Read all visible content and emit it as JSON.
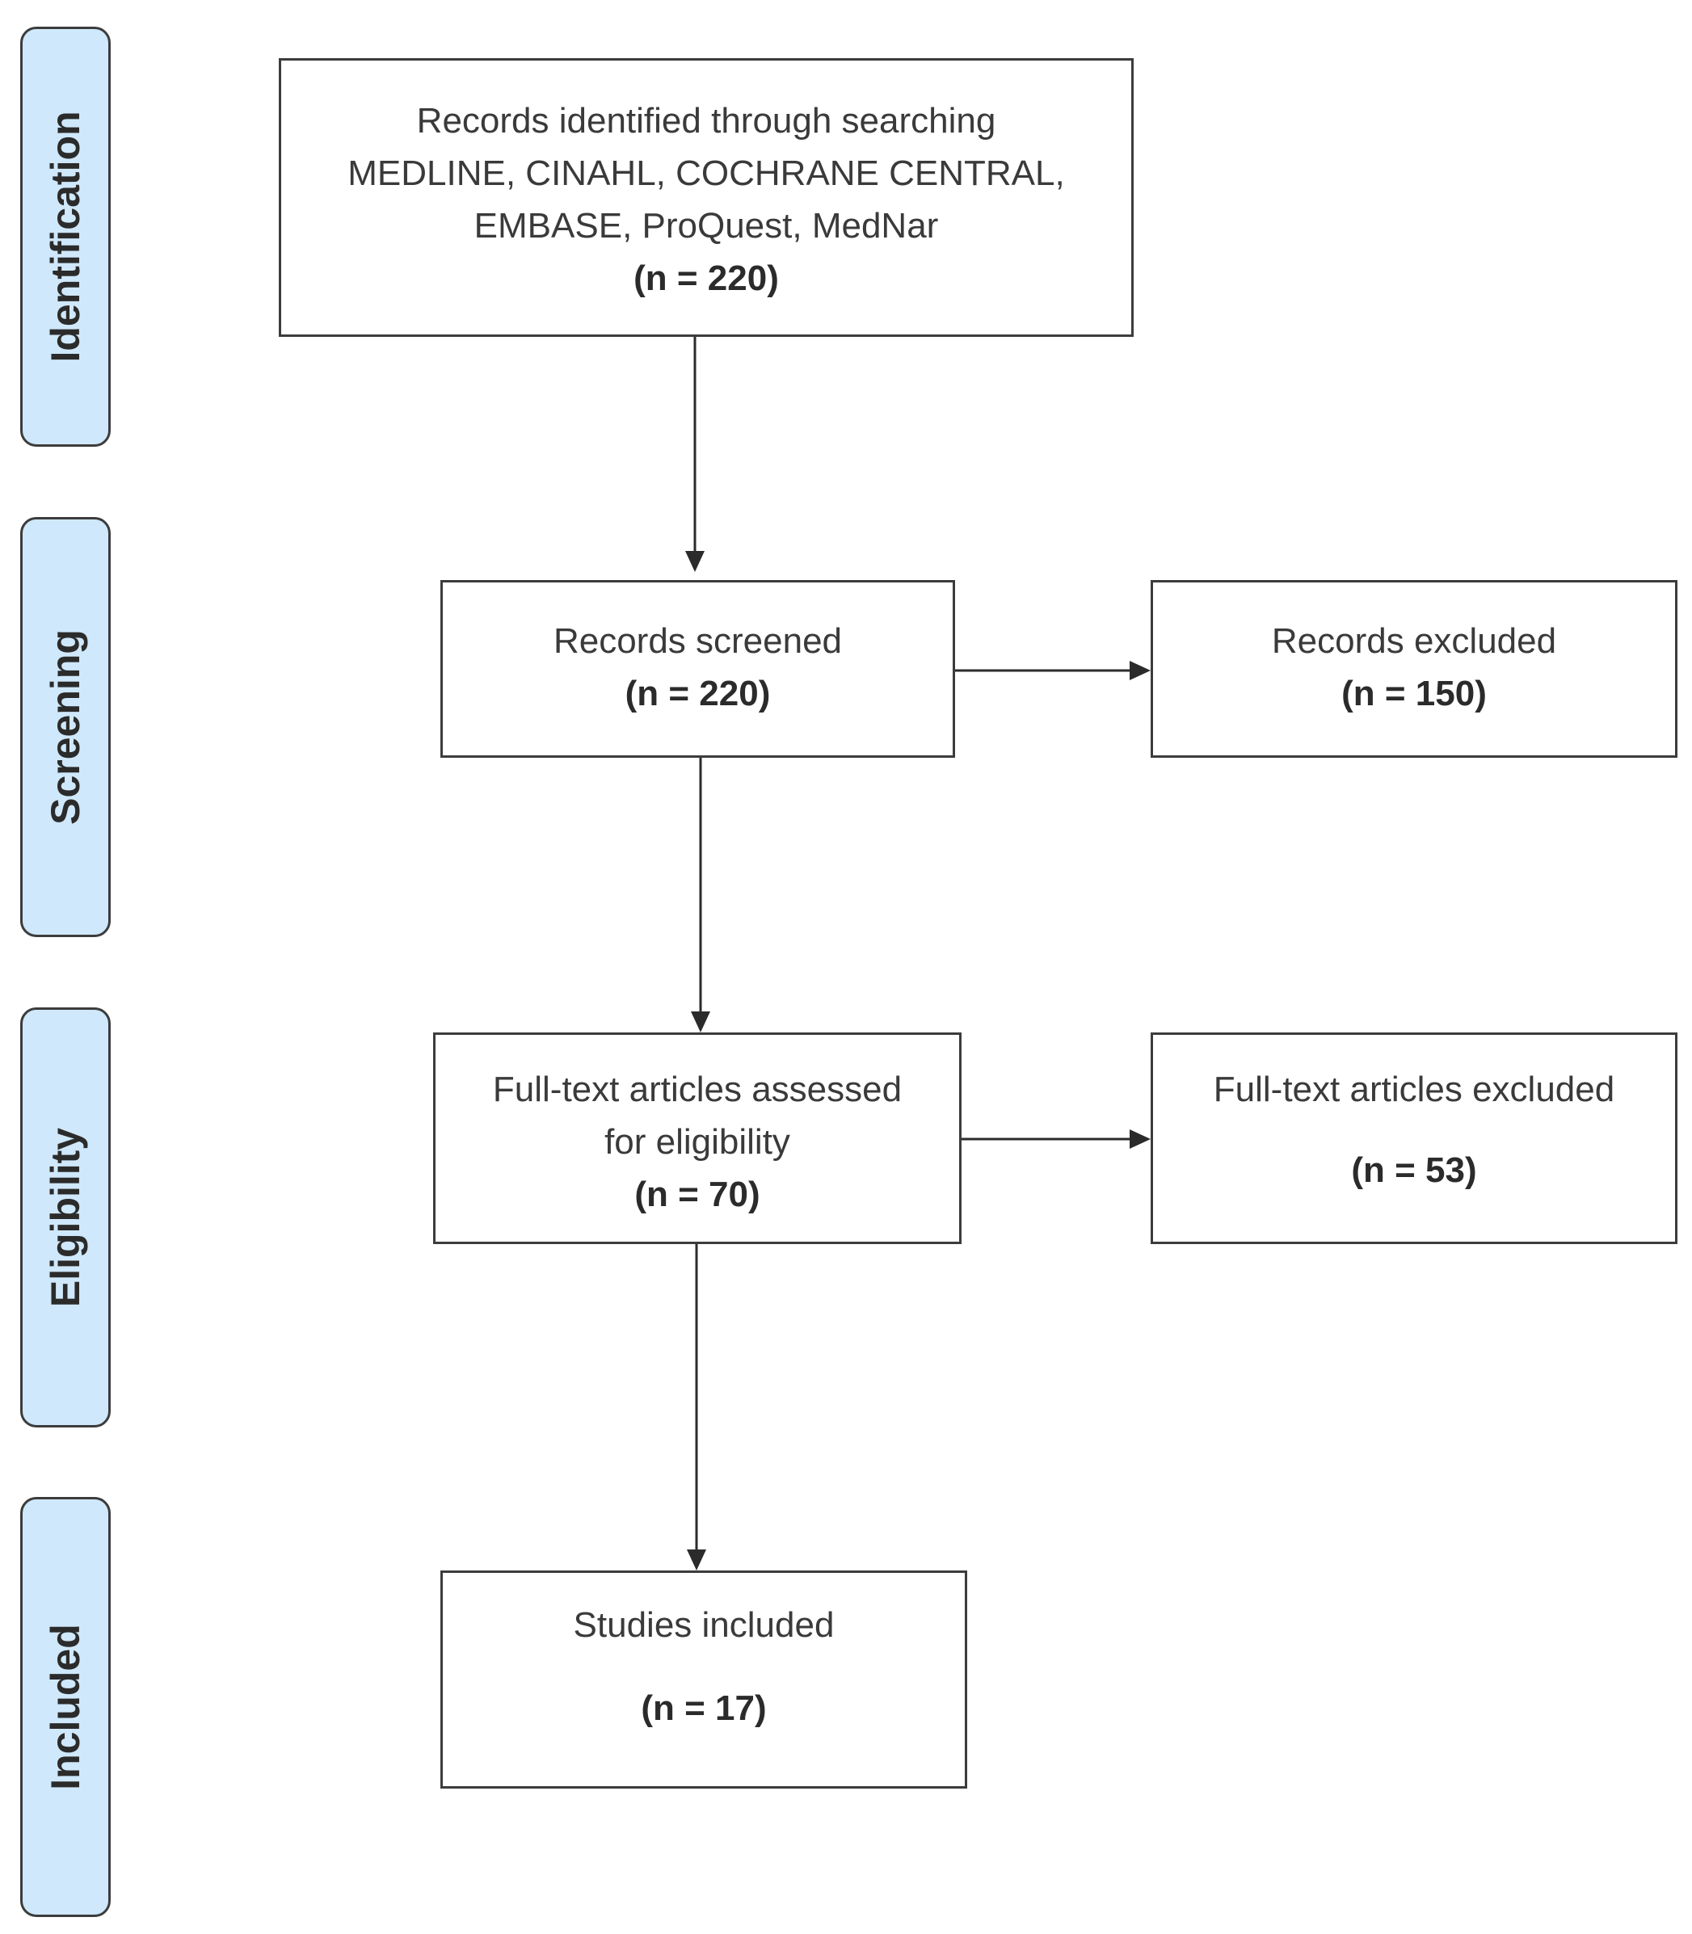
{
  "stages": {
    "identification": "Identification",
    "screening": "Screening",
    "eligibility": "Eligibility",
    "included": "Included"
  },
  "boxes": {
    "identified": {
      "lines": [
        "Records identified through searching",
        "MEDLINE, CINAHL, COCHRANE CENTRAL,",
        "EMBASE, ProQuest, MedNar"
      ],
      "count": "(n = 220)"
    },
    "screened": {
      "lines": [
        "Records screened"
      ],
      "count": "(n = 220)"
    },
    "excluded": {
      "lines": [
        "Records excluded"
      ],
      "count": "(n = 150)"
    },
    "assessed": {
      "lines": [
        "Full-text articles assessed",
        "for eligibility"
      ],
      "count": "(n = 70)"
    },
    "fulltext_excluded": {
      "lines": [
        "Full-text articles excluded"
      ],
      "count": "(n = 53)"
    },
    "included": {
      "lines": [
        "Studies included"
      ],
      "count": "(n = 17)"
    }
  }
}
